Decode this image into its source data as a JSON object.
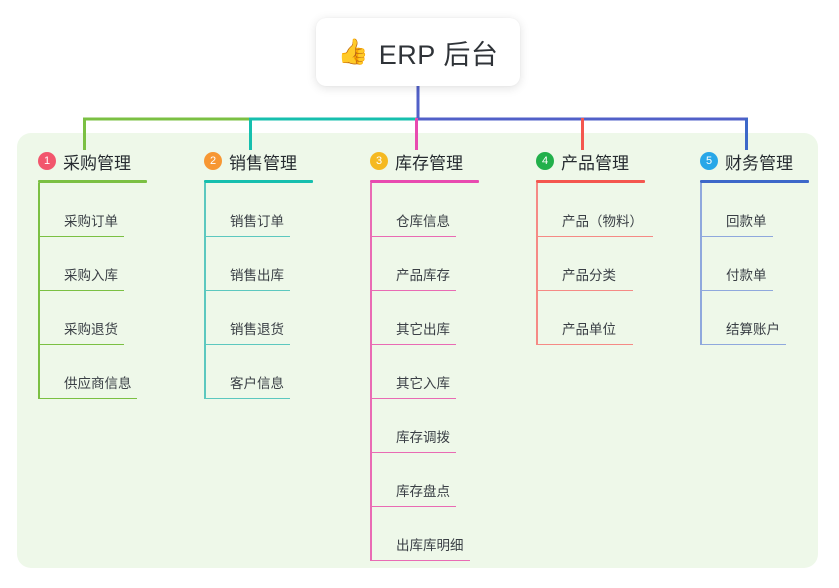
{
  "root": {
    "icon": "thumbs-up-icon",
    "icon_glyph": "👍",
    "title": "ERP 后台"
  },
  "panel": {
    "background_color": "#eef8e9"
  },
  "columns": [
    {
      "number": "1",
      "title": "采购管理",
      "badge_color": "#f2566d",
      "rule_color": "#7bc043",
      "leaf_color": "#7bc043",
      "stem_color": "#7bc043",
      "leaves": [
        "采购订单",
        "采购入库",
        "采购退货",
        "供应商信息"
      ]
    },
    {
      "number": "2",
      "title": "销售管理",
      "badge_color": "#f79733",
      "rule_color": "#16bfae",
      "leaf_color": "#5cc8bf",
      "stem_color": "#16bfae",
      "leaves": [
        "销售订单",
        "销售出库",
        "销售退货",
        "客户信息"
      ]
    },
    {
      "number": "3",
      "title": "库存管理",
      "badge_color": "#f5b921",
      "rule_color": "#e84bb0",
      "leaf_color": "#e96bb4",
      "stem_color": "#e84bb0",
      "leaves": [
        "仓库信息",
        "产品库存",
        "其它出库",
        "其它入库",
        "库存调拨",
        "库存盘点",
        "出库库明细"
      ]
    },
    {
      "number": "4",
      "title": "产品管理",
      "badge_color": "#22b04b",
      "rule_color": "#f4574f",
      "leaf_color": "#f58a85",
      "stem_color": "#f4574f",
      "leaves": [
        "产品（物料）",
        "产品分类",
        "产品单位"
      ]
    },
    {
      "number": "5",
      "title": "财务管理",
      "badge_color": "#28a7e8",
      "rule_color": "#3d68c9",
      "leaf_color": "#8fa8dd",
      "stem_color": "#3d68c9",
      "leaves": [
        "回款单",
        "付款单",
        "结算账户"
      ]
    }
  ],
  "connectors": {
    "root_stem_color": "#5160c8",
    "bus_segment_1_color": "#7bc043",
    "bus_segment_2_color": "#16bfae",
    "bus_segment_3_color": "#5160c8"
  }
}
